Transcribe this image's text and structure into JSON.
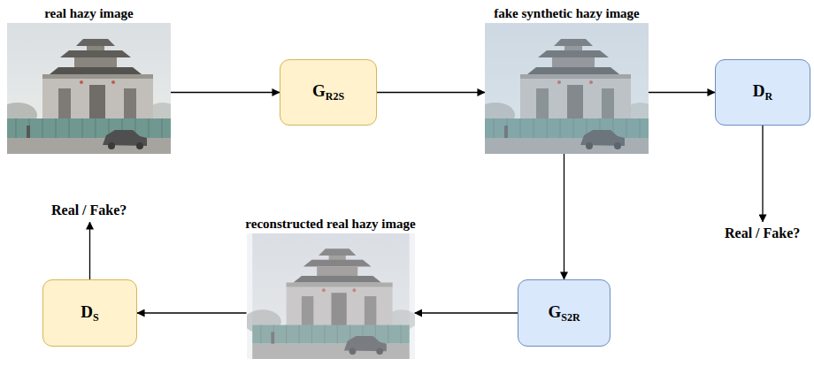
{
  "diagram": {
    "nodes": [
      {
        "text": [
          "real hazy image"
        ]
      },
      {
        "text": [
          "GR2S"
        ]
      },
      {
        "text": [
          "fake synthetic hazy image"
        ]
      },
      {
        "text": [
          "DR"
        ]
      },
      {
        "text": [
          "GS2R"
        ]
      },
      {
        "text": [
          "reconstructed real hazy image"
        ]
      },
      {
        "text": [
          "DS"
        ]
      }
    ],
    "edges": [
      {
        "from": 0,
        "to": 1,
        "arrow": "to"
      },
      {
        "from": 1,
        "to": 2,
        "arrow": "to"
      },
      {
        "from": 2,
        "to": 3,
        "arrow": "to"
      },
      {
        "from": 2,
        "to": 4,
        "arrow": "to"
      },
      {
        "from": 4,
        "to": 5,
        "arrow": "to"
      },
      {
        "from": 5,
        "to": 6,
        "arrow": "to"
      }
    ],
    "labels": [
      "Real / Fake?",
      "Real / Fake?"
    ]
  }
}
